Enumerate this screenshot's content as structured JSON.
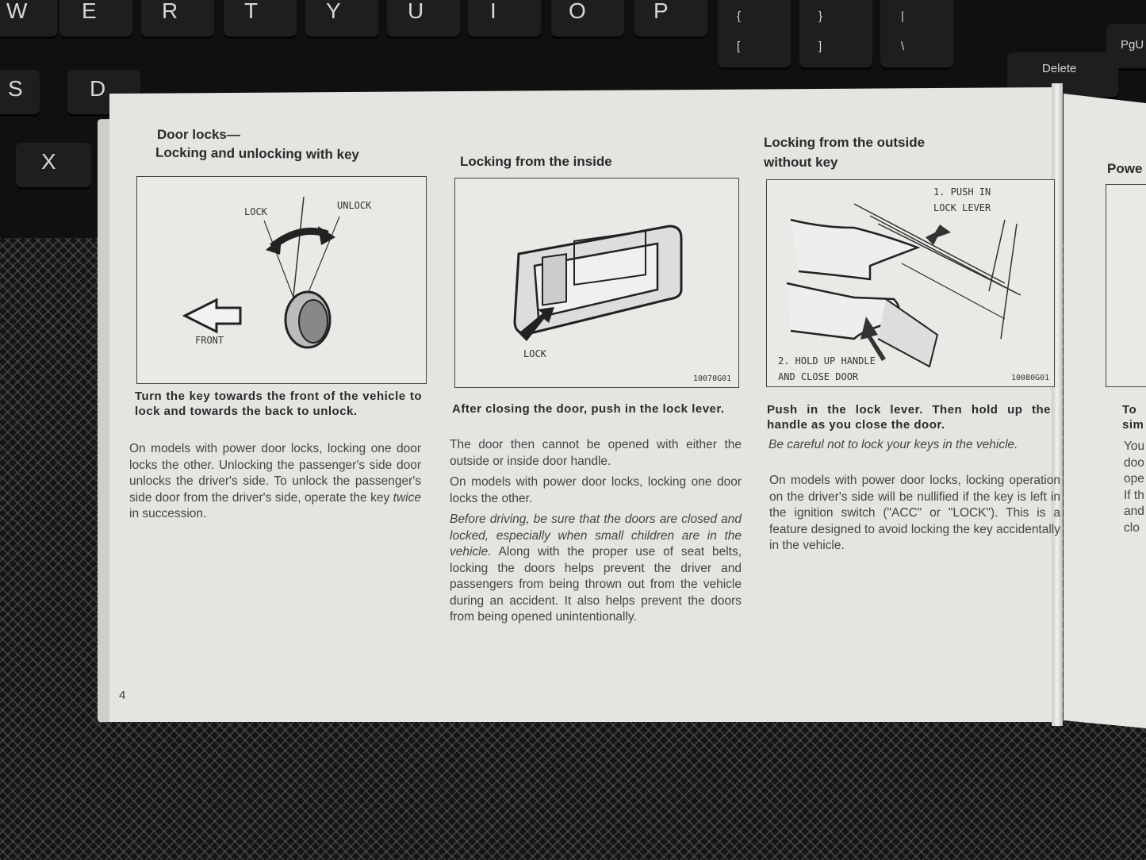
{
  "keyboard": {
    "row1": [
      "W",
      "E",
      "R",
      "T",
      "Y",
      "U",
      "I",
      "O",
      "P"
    ],
    "row1_symbols": [
      {
        "top": "{",
        "bottom": "["
      },
      {
        "top": "}",
        "bottom": "]"
      },
      {
        "top": "|",
        "bottom": "\\"
      }
    ],
    "pgup": "PgU",
    "row2": [
      "S",
      "D"
    ],
    "delete": "Delete",
    "row3": [
      "X"
    ]
  },
  "manual": {
    "page_number": "4",
    "col1": {
      "heading_line1": "Door locks—",
      "heading_line2": "Locking and unlocking with key",
      "figure": {
        "lock": "LOCK",
        "unlock": "UNLOCK",
        "front": "FRONT"
      },
      "bold_text": "Turn the key towards the front of the vehicle to lock and towards the back to unlock.",
      "body_before_italic": "On models with power door locks, locking one door locks the other. Unlocking the passenger's side door unlocks the driver's side. To unlock the passenger's side door from the driver's side, operate the key ",
      "body_italic": "twice",
      "body_after_italic": " in succession."
    },
    "col2": {
      "heading": "Locking from the inside",
      "figure": {
        "lock": "LOCK",
        "code": "10070G01"
      },
      "bold_text": "After closing the door, push in the lock lever.",
      "para1": "The door then cannot be opened with either the outside or inside door handle.",
      "para2": "On models with power door locks, locking one door locks the other.",
      "para3_italic": "Before driving, be sure that the doors are closed and locked, especially when small children are in the vehicle.",
      "para3_rest": " Along with the proper use of seat belts, locking the doors helps prevent the driver and passengers from being thrown out from the vehicle during an accident. It also helps prevent the doors from being opened unintentionally."
    },
    "col3": {
      "heading_line1": "Locking from the outside",
      "heading_line2": "without key",
      "figure": {
        "step1_line1": "1. PUSH IN",
        "step1_line2": "LOCK LEVER",
        "step2_line1": "2. HOLD UP HANDLE",
        "step2_line2": "AND CLOSE DOOR",
        "code": "10080G01"
      },
      "bold_text": "Push in the lock lever. Then hold up the handle as you close the door.",
      "italic_text": "Be careful not to lock your keys in the vehicle.",
      "para": "On models with power door locks, locking operation on the driver's side will be nullified if the key is left in the ignition switch (\"ACC\" or \"LOCK\"). This is a feature designed to avoid locking the key accidentally in the vehicle."
    },
    "next_page": {
      "heading": "Powe",
      "bold_lines": [
        "To",
        "sim"
      ],
      "body_lines": [
        "You",
        "doo",
        "ope",
        "If th",
        "and",
        "clo"
      ]
    }
  }
}
